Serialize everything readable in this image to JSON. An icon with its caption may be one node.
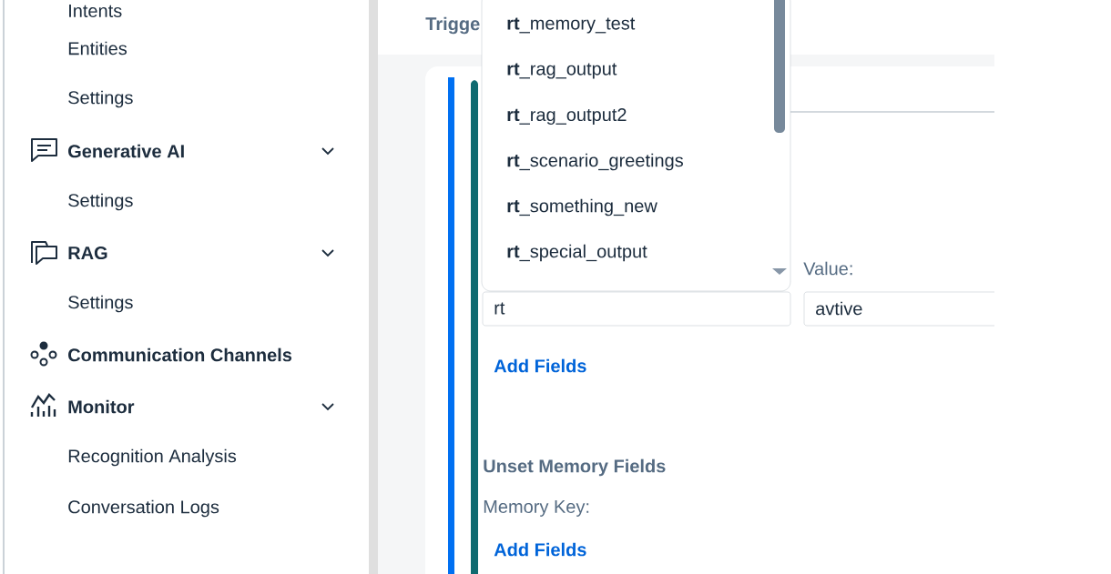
{
  "diagram": {
    "nodes": [
      {
        "text": [
          "**rt**_memory_test",
          "**rt**_rag_output",
          "**rt**_rag_output2",
          "**rt**_scenario_greetings",
          "**rt**_something_new",
          "**rt**_special_output"
        ]
      },
      {
        "text": [
          "rt"
        ]
      },
      {
        "text": [
          "avtive"
        ]
      }
    ],
    "labels": [
      "Intents",
      "Entities",
      "Settings",
      "Generative AI",
      "Settings",
      "RAG",
      "Settings",
      "Communication Channels",
      "Monitor",
      "Recognition Analysis",
      "Conversation Logs",
      "Trigge",
      "Value:",
      "Add Fields",
      "Unset Memory Fields",
      "Memory Key:",
      "Add Fields"
    ]
  }
}
